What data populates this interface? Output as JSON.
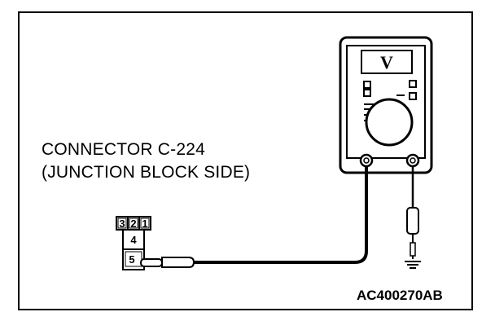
{
  "diagram": {
    "connector_label_line1": "CONNECTOR C-224",
    "connector_label_line2": "(JUNCTION BLOCK SIDE)",
    "reference_code": "AC400270AB",
    "meter_unit": "V",
    "connector_pins_top": [
      "3",
      "2",
      "1"
    ],
    "connector_pin_middle": "4",
    "connector_pin_bottom": "5"
  }
}
